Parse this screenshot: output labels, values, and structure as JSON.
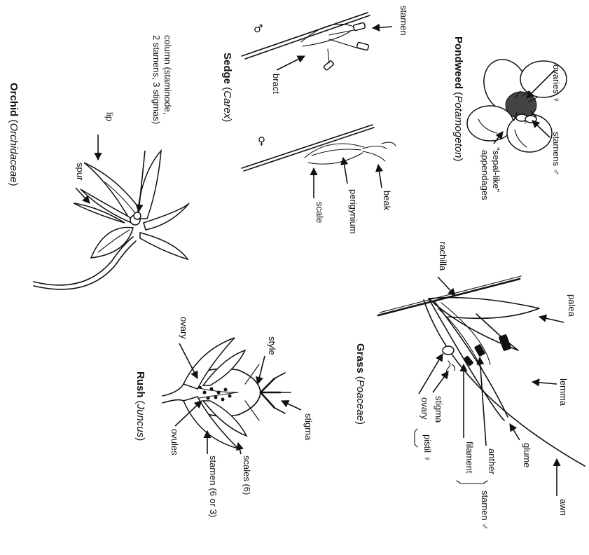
{
  "pondweed": {
    "title_common": "Pondweed",
    "title_latin": "Potamogeton",
    "labels": {
      "ovaries": "ovaries ♀",
      "stamens": "stamens ♂",
      "sepal_like_line1": "\"sepal-like\"",
      "sepal_like_line2": "appendages"
    }
  },
  "sedge": {
    "title_common": "Sedge",
    "title_latin": "Carex",
    "male_symbol": "♂",
    "female_symbol": "♀",
    "labels": {
      "stamen": "stamen",
      "bract": "bract",
      "beak": "beak",
      "perigynium": "perigynium",
      "scale": "scale"
    }
  },
  "orchid": {
    "title_common": "Orchid",
    "title_latin": "Orchidaceae",
    "labels": {
      "column_line1": "column (staminode,",
      "column_line2": "2 stamens, 3 stigmas)",
      "lip": "lip",
      "spur": "spur"
    }
  },
  "grass": {
    "title_common": "Grass",
    "title_latin": "Poaceae",
    "labels": {
      "rachilla": "rachilla",
      "palea": "palea",
      "lemma": "lemma",
      "glume": "glume",
      "awn": "awn",
      "anther": "anther",
      "filament": "filament",
      "stamen_group": "stamen ♂",
      "stigma": "stigma",
      "ovary": "ovary",
      "pistil_group": "pistil ♀"
    }
  },
  "rush": {
    "title_common": "Rush",
    "title_latin": "Juncus",
    "labels": {
      "ovary": "ovary",
      "style": "style",
      "stigma": "stigma",
      "ovules": "ovules",
      "scales": "scales (6)",
      "stamen": "stamen (6 or 3)"
    }
  }
}
